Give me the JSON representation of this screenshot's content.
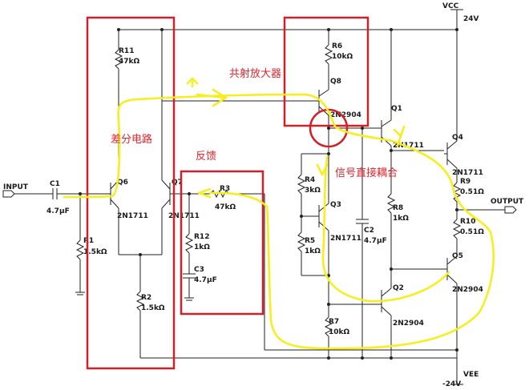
{
  "rails": {
    "vcc": "VCC",
    "vcc_value": "24V",
    "vee": "VEE",
    "vee_value": "-24V"
  },
  "ports": {
    "input": "INPUT",
    "output": "OUTPUT"
  },
  "components": {
    "c1": {
      "name": "C1",
      "value": "4.7µF"
    },
    "r1": {
      "name": "R1",
      "value": "1.5kΩ"
    },
    "r11": {
      "name": "R11",
      "value": "47kΩ"
    },
    "r2": {
      "name": "R2",
      "value": "1.5kΩ"
    },
    "q6": {
      "name": "Q6"
    },
    "q7": {
      "name": "Q7"
    },
    "q6_model": "2N1711",
    "q7_model": "2N1711",
    "r3": {
      "name": "R3",
      "value": "47kΩ"
    },
    "r12": {
      "name": "R12",
      "value": "1kΩ"
    },
    "c3": {
      "name": "C3",
      "value": "4.7µF"
    },
    "r6": {
      "name": "R6",
      "value": "10kΩ"
    },
    "q8": {
      "name": "Q8",
      "model": "2N2904"
    },
    "r4": {
      "name": "R4",
      "value": "3kΩ"
    },
    "r5": {
      "name": "R5",
      "value": "1kΩ"
    },
    "q3": {
      "name": "Q3",
      "model": "2N1711"
    },
    "c2": {
      "name": "C2",
      "value": "4.7µF"
    },
    "r8": {
      "name": "R8",
      "value": "1kΩ"
    },
    "q1": {
      "name": "Q1",
      "model": "2N1711"
    },
    "q4": {
      "name": "Q4",
      "model": "2N1711"
    },
    "r9": {
      "name": "R9",
      "value": "0.51Ω"
    },
    "r10": {
      "name": "R10",
      "value": "0.51Ω"
    },
    "q5": {
      "name": "Q5",
      "model": "2N2904"
    },
    "q2": {
      "name": "Q2",
      "model": "2N2904"
    },
    "r7": {
      "name": "R7",
      "value": "10kΩ"
    }
  },
  "annotations": {
    "differential": "差分电路",
    "feedback": "反馈",
    "common_emitter": "共射放大器",
    "direct_coupling": "信号直接耦合"
  },
  "colors": {
    "annotation_box": "#d0202a",
    "signal_path": "#f6ee1e",
    "wire": "#222222"
  }
}
